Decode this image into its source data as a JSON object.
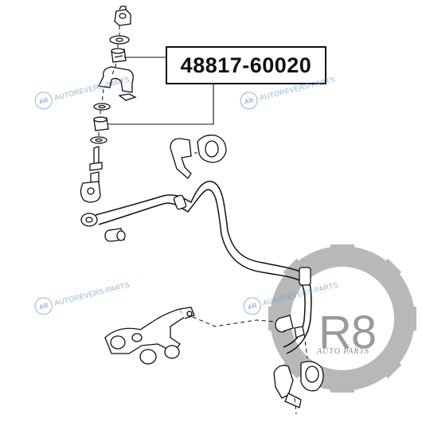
{
  "diagram": {
    "part_number": "48817-60020",
    "watermark_text": "AUTOREVERS-PARTS",
    "watermark_logo": "AR",
    "brand_mark": "R8",
    "brand_sub": "AUTO PARTS",
    "colors": {
      "line": "#111111",
      "watermark": "#6f9ac7",
      "gear": "#b5b5b5",
      "gear_dark": "#8c8c8c"
    }
  }
}
